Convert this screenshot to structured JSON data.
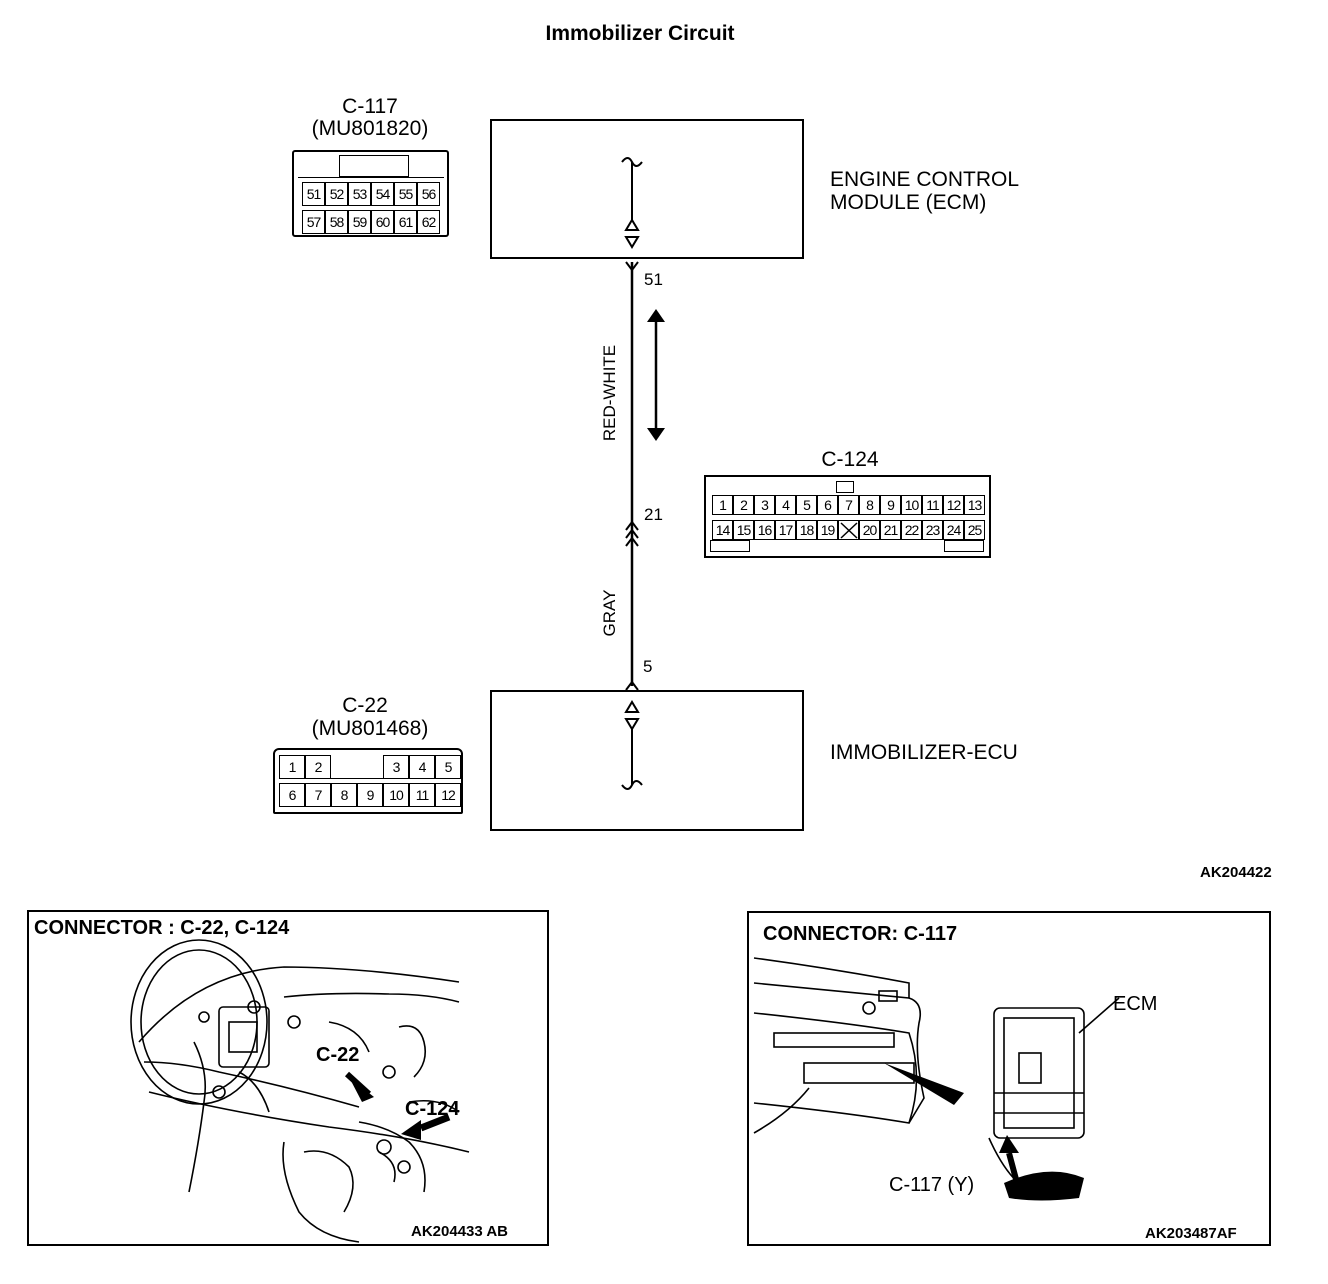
{
  "title": "Immobilizer Circuit",
  "ecm": {
    "label_line1": "ENGINE CONTROL",
    "label_line2": "MODULE (ECM)",
    "pin": "51"
  },
  "immo": {
    "label": "IMMOBILIZER-ECU",
    "pin": "5"
  },
  "wires": {
    "upper_color": "RED-WHITE",
    "lower_color": "GRAY",
    "junction_pin": "21"
  },
  "c117": {
    "name": "C-117",
    "part": "(MU801820)",
    "row1": [
      "51",
      "52",
      "53",
      "54",
      "55",
      "56"
    ],
    "row2": [
      "57",
      "58",
      "59",
      "60",
      "61",
      "62"
    ]
  },
  "c124": {
    "name": "C-124",
    "row1": [
      "1",
      "2",
      "3",
      "4",
      "5",
      "6",
      "7",
      "8",
      "9",
      "10",
      "11",
      "12",
      "13"
    ],
    "row2": [
      "14",
      "15",
      "16",
      "17",
      "18",
      "19",
      "",
      "20",
      "21",
      "22",
      "23",
      "24",
      "25"
    ]
  },
  "c22": {
    "name": "C-22",
    "part": "(MU801468)",
    "row1": [
      "1",
      "2",
      "",
      "",
      "3",
      "4",
      "5"
    ],
    "row2": [
      "6",
      "7",
      "8",
      "9",
      "10",
      "11",
      "12"
    ]
  },
  "diagram_ref": "AK204422",
  "panel_left": {
    "title": "CONNECTOR : C-22, C-124",
    "callout_c22": "C-22",
    "callout_c124": "C-124",
    "ref": "AK204433 AB"
  },
  "panel_right": {
    "title": "CONNECTOR: C-117",
    "callout_ecm": "ECM",
    "callout_c117": "C-117 (Y)",
    "ref": "AK203487AF"
  }
}
